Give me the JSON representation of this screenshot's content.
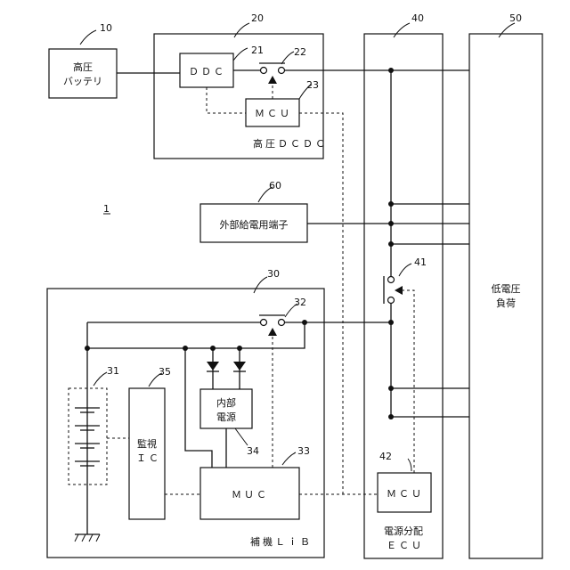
{
  "figure_label": "1",
  "blocks": {
    "hv_battery": {
      "ref": "10",
      "line1": "高圧",
      "line2": "バッテリ"
    },
    "hv_dcdc": {
      "ref": "20",
      "title": "高圧ＤＣＤＣ"
    },
    "ddc": {
      "ref": "21",
      "label": "ＤＤＣ"
    },
    "dcdc_switch": {
      "ref": "22"
    },
    "dcdc_mcu": {
      "ref": "23",
      "label": "ＭＣＵ"
    },
    "power_ecu": {
      "ref": "40",
      "line1": "電源分配",
      "line2": "ＥＣＵ"
    },
    "ecu_switch": {
      "ref": "41"
    },
    "ecu_mcu": {
      "ref": "42",
      "label": "ＭＣＵ"
    },
    "lv_load": {
      "ref": "50",
      "line1": "低電圧",
      "line2": "負荷"
    },
    "ext_terminal": {
      "ref": "60",
      "label": "外部給電用端子"
    },
    "aux_lib": {
      "ref": "30",
      "title": "補機ＬｉＢ"
    },
    "cells": {
      "ref": "31"
    },
    "lib_switch": {
      "ref": "32"
    },
    "lib_muc": {
      "ref": "33",
      "label": "ＭＵＣ"
    },
    "internal_psu": {
      "ref": "34",
      "line1": "内部",
      "line2": "電源"
    },
    "monitor_ic": {
      "ref": "35",
      "line1": "監視",
      "line2": "ＩＣ"
    }
  }
}
